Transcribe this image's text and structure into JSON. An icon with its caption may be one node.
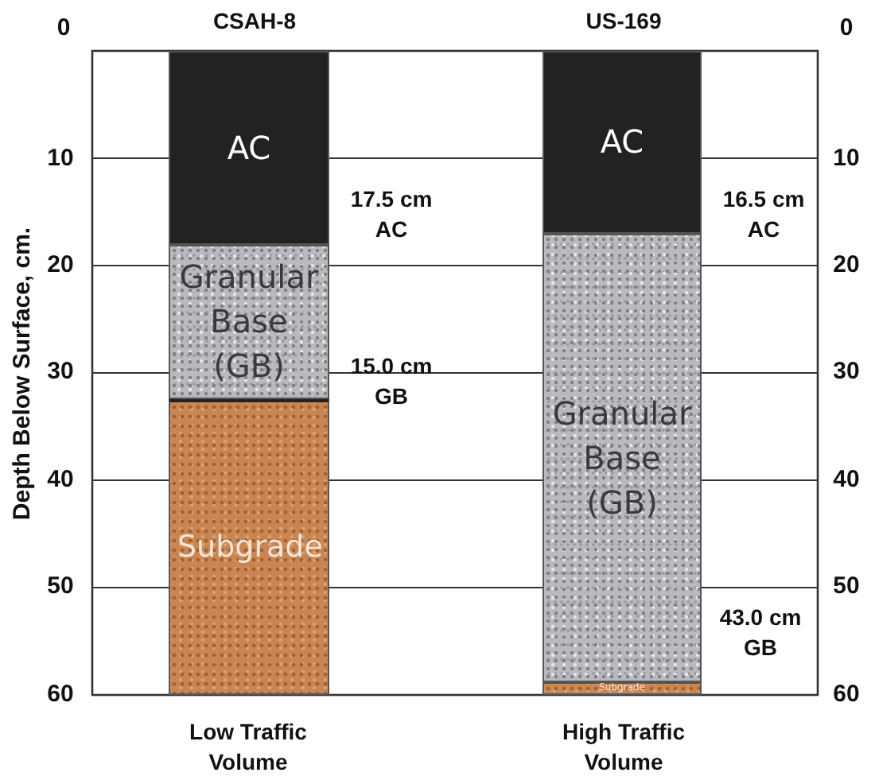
{
  "diagram": {
    "nodes": [
      {
        "text": [
          "AC"
        ]
      },
      {
        "text": [
          "Granular Base (GB)"
        ]
      },
      {
        "text": [
          "Subgrade"
        ]
      },
      {
        "text": [
          "AC"
        ]
      },
      {
        "text": [
          "Granular Base (GB)"
        ]
      },
      {
        "text": [
          "Subgrade"
        ]
      }
    ],
    "labels": [
      "0",
      "CSAH-8",
      "US-169",
      "0",
      "10",
      "10",
      "17.5 cm AC",
      "16.5 cm AC",
      "20",
      "20",
      "30",
      "15.0 cm GB",
      "30",
      "Depth Below Surface, cm.",
      "40",
      "40",
      "50",
      "50",
      "43.0 cm GB",
      "60",
      "60",
      "Low Traffic Volume",
      "High Traffic Volume"
    ]
  }
}
